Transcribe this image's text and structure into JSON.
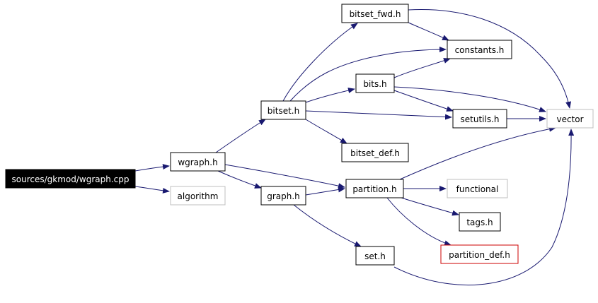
{
  "diagram": {
    "nodes": {
      "wgraph_cpp": {
        "label": "sources/gkmod/wgraph.cpp",
        "style": "root"
      },
      "wgraph_h": {
        "label": "wgraph.h",
        "style": "normal"
      },
      "algorithm": {
        "label": "algorithm",
        "style": "external"
      },
      "bitset_h": {
        "label": "bitset.h",
        "style": "normal"
      },
      "graph_h": {
        "label": "graph.h",
        "style": "normal"
      },
      "bitset_fwd_h": {
        "label": "bitset_fwd.h",
        "style": "normal"
      },
      "constants_h": {
        "label": "constants.h",
        "style": "normal"
      },
      "bits_h": {
        "label": "bits.h",
        "style": "normal"
      },
      "setutils_h": {
        "label": "setutils.h",
        "style": "normal"
      },
      "vector": {
        "label": "vector",
        "style": "external"
      },
      "bitset_def_h": {
        "label": "bitset_def.h",
        "style": "normal"
      },
      "partition_h": {
        "label": "partition.h",
        "style": "normal"
      },
      "functional": {
        "label": "functional",
        "style": "external"
      },
      "tags_h": {
        "label": "tags.h",
        "style": "normal"
      },
      "partition_def_h": {
        "label": "partition_def.h",
        "style": "missing"
      },
      "set_h": {
        "label": "set.h",
        "style": "normal"
      }
    },
    "edges": [
      {
        "from": "wgraph_cpp",
        "to": "wgraph_h"
      },
      {
        "from": "wgraph_cpp",
        "to": "algorithm"
      },
      {
        "from": "wgraph_h",
        "to": "bitset_h"
      },
      {
        "from": "wgraph_h",
        "to": "graph_h"
      },
      {
        "from": "wgraph_h",
        "to": "partition_h"
      },
      {
        "from": "bitset_h",
        "to": "bitset_fwd_h"
      },
      {
        "from": "bitset_h",
        "to": "constants_h"
      },
      {
        "from": "bitset_h",
        "to": "bits_h"
      },
      {
        "from": "bitset_h",
        "to": "setutils_h"
      },
      {
        "from": "bitset_h",
        "to": "bitset_def_h"
      },
      {
        "from": "bitset_fwd_h",
        "to": "constants_h"
      },
      {
        "from": "bitset_fwd_h",
        "to": "vector"
      },
      {
        "from": "bits_h",
        "to": "constants_h"
      },
      {
        "from": "bits_h",
        "to": "setutils_h"
      },
      {
        "from": "bits_h",
        "to": "vector"
      },
      {
        "from": "setutils_h",
        "to": "vector"
      },
      {
        "from": "graph_h",
        "to": "partition_h"
      },
      {
        "from": "graph_h",
        "to": "set_h"
      },
      {
        "from": "partition_h",
        "to": "vector"
      },
      {
        "from": "partition_h",
        "to": "functional"
      },
      {
        "from": "partition_h",
        "to": "tags_h"
      },
      {
        "from": "partition_h",
        "to": "partition_def_h"
      },
      {
        "from": "set_h",
        "to": "vector"
      }
    ],
    "colors": {
      "edge": "#191970",
      "root_fill": "#000000",
      "root_text": "#ffffff",
      "node_border": "#000000",
      "external_border": "#bfbfbf",
      "missing_border": "#cc0000",
      "text": "#000000"
    }
  }
}
